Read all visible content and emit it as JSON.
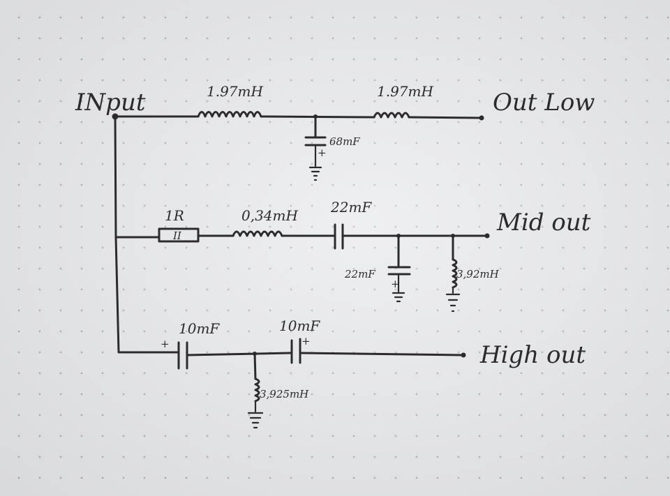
{
  "labels": {
    "input": "INput",
    "out_low": "Out Low",
    "mid_out": "Mid out",
    "high_out": "High out"
  },
  "components": {
    "low_l1": "1.97mH",
    "low_l2": "1.97mH",
    "low_c": "68mF",
    "mid_r": "1R",
    "mid_l": "0,34mH",
    "mid_c_series": "22mF",
    "mid_c_shunt": "22mF",
    "mid_l_shunt": "3,92mH",
    "high_c1": "10mF",
    "high_c2": "10mF",
    "high_l_shunt": "3,925mH"
  },
  "symbols": {
    "plus": "+",
    "resistor_mark": "II"
  }
}
